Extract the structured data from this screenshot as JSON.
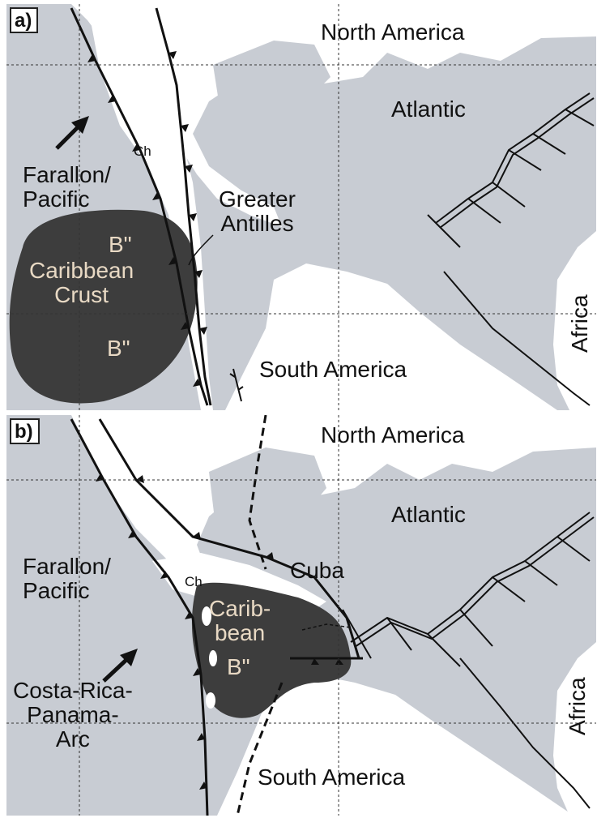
{
  "panels": [
    {
      "label": "a)",
      "labels": {
        "north_america": "North America",
        "atlantic": "Atlantic",
        "chortis": "Ch",
        "farallon": "Farallon/\nPacific",
        "greater_antilles": "Greater\nAntilles",
        "b2_top": "B\"",
        "caribbean": "Caribbean\nCrust",
        "b2_bottom": "B\"",
        "south_america": "South America",
        "africa": "Africa"
      }
    },
    {
      "label": "b)",
      "labels": {
        "north_america": "North America",
        "atlantic": "Atlantic",
        "cuba": "Cuba",
        "chortis": "Ch",
        "farallon": "Farallon/\nPacific",
        "caribbean": "Carib-\nbean",
        "b2": "B\"",
        "costa_rica": "Costa-Rica-\nPanama-\nArc",
        "south_america": "South America",
        "africa": "Africa"
      }
    }
  ],
  "colors": {
    "ocean": "#c8ccd3",
    "land": "#ffffff",
    "plate": "#3d3d3d",
    "line": "#111111",
    "plate_text": "#e8d9c4"
  },
  "icons": [
    "motion-arrow-icon",
    "subduction-teeth-icon",
    "ridge-transform-icon"
  ]
}
